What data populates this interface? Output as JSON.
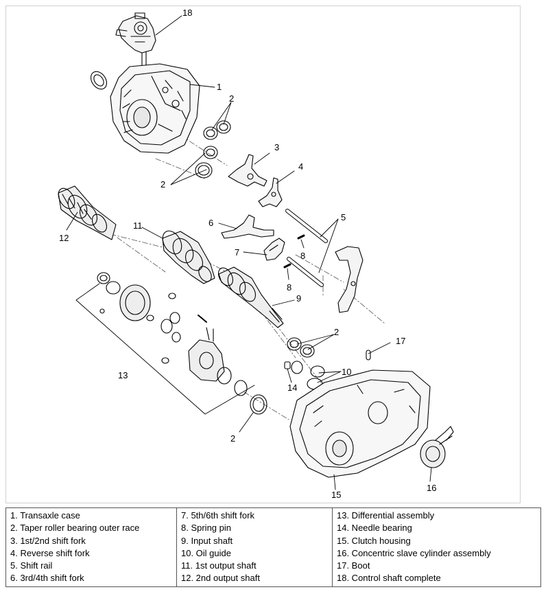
{
  "legend": {
    "columns": [
      [
        "1. Transaxle case",
        "2. Taper roller bearing outer race",
        "3. 1st/2nd shift fork",
        "4. Reverse shift fork",
        "5. Shift rail",
        "6. 3rd/4th shift fork"
      ],
      [
        "7. 5th/6th shift fork",
        "8. Spring pin",
        "9. Input shaft",
        "10. Oil guide",
        "11. 1st output shaft",
        "12. 2nd output shaft"
      ],
      [
        "13. Differential assembly",
        "14. Needle bearing",
        "15. Clutch housing",
        "16. Concentric slave cylinder assembly",
        "17. Boot",
        "18. Control shaft complete"
      ]
    ]
  },
  "callouts": {
    "c18": "18",
    "c1": "1",
    "c2_top": "2",
    "c2_left": "2",
    "c3": "3",
    "c4": "4",
    "c5": "5",
    "c6": "6",
    "c7": "7",
    "c8_a": "8",
    "c8_b": "8",
    "c9": "9",
    "c11": "11",
    "c12": "12",
    "c13": "13",
    "c2_right": "2",
    "c17": "17",
    "c10": "10",
    "c14": "14",
    "c2_bottom": "2",
    "c15": "15",
    "c16": "16"
  }
}
